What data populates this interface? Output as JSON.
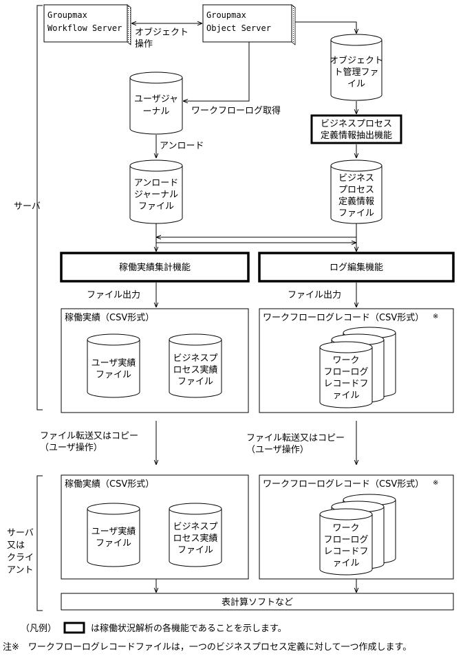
{
  "labels": {
    "zone_server": "サーバ",
    "zone_client": [
      "サーバ",
      "又は",
      "クライ",
      "アント"
    ],
    "workflow_server": [
      "Groupmax",
      "Workflow Server"
    ],
    "object_server": [
      "Groupmax",
      "Object Server"
    ],
    "object_ops": [
      "オブジェクト",
      "操作"
    ],
    "object_mgmt_file": [
      "オブジェクト",
      "ト管理ファ",
      "イル"
    ],
    "user_journal": [
      "ユーザジャ",
      "ーナル"
    ],
    "workflow_log_get": "ワークフローログ取得",
    "bp_extract_func": [
      "ビジネスプロセス",
      "定義情報抽出機能"
    ],
    "unload": "アンロード",
    "unload_journal_file": [
      "アンロード",
      "ジャーナル",
      "ファイル"
    ],
    "bp_def_info_file": [
      "ビジネス",
      "プロセス",
      "定義情報",
      "ファイル"
    ],
    "operation_total_func": "稼働実績集計機能",
    "log_edit_func": "ログ編集機能",
    "file_output_left": "ファイル出力",
    "file_output_right": "ファイル出力",
    "op_record_title": "稼働実績（CSV形式）",
    "user_record_file": [
      "ユーザ実績",
      "ファイル"
    ],
    "bp_record_file": [
      "ビジネスプ",
      "ロセス実績",
      "ファイル"
    ],
    "wf_log_record_title": "ワークフローログレコード（CSV形式）",
    "note_mark": "※",
    "wf_log_record_file": [
      "ワーク",
      "フローログ",
      "レコードフ",
      "ァイル"
    ],
    "transfer_left": [
      "ファイル転送又はコピー",
      "（ユーザ操作）"
    ],
    "transfer_right": [
      "ファイル転送又はコピー",
      "（ユーザ操作）"
    ],
    "spreadsheet": "表計算ソフトなど",
    "legend_prefix": "（凡例）",
    "legend_text": "は稼働状況解析の各機能であることを示します。",
    "footnote": "注※　ワークフローログレコードファイルは，一つのビジネスプロセス定義に対して一つ作成します。"
  }
}
